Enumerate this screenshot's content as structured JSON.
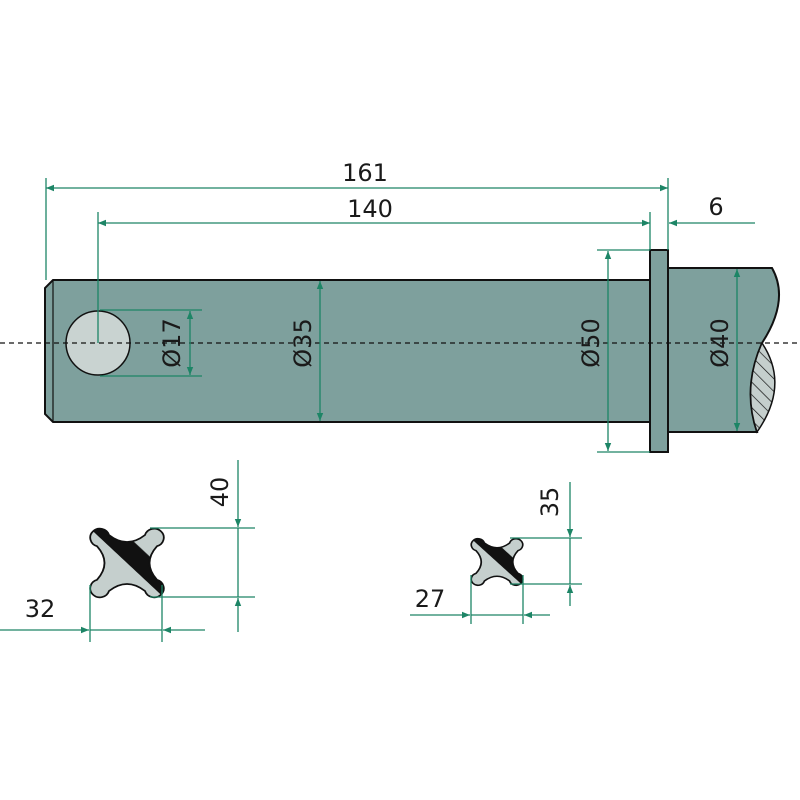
{
  "colors": {
    "body": "#7ea09d",
    "hole": "#c9d3d1",
    "dimension": "#1d8566",
    "section": "#c5cfcd"
  },
  "dimensions": {
    "overall_length": "161",
    "hole_to_flange": "140",
    "flange_thickness": "6",
    "hole_diameter": "Ø17",
    "shaft_diameter": "Ø35",
    "flange_diameter": "Ø50",
    "stub_diameter": "Ø40"
  },
  "section_large": {
    "height": "40",
    "width": "32"
  },
  "section_small": {
    "height": "35",
    "width": "27"
  }
}
